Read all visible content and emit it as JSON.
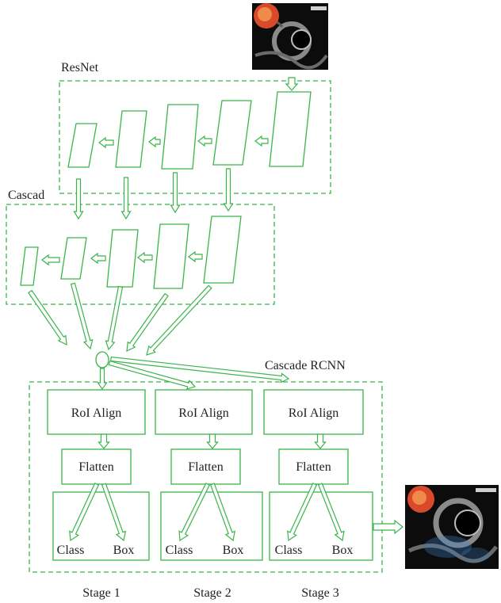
{
  "labels": {
    "resnet": "ResNet",
    "cascad": "Cascad",
    "cascade_rcnn": "Cascade RCNN"
  },
  "stages": [
    {
      "roi": "RoI Align",
      "flatten": "Flatten",
      "class": "Class",
      "box": "Box",
      "caption": "Stage 1"
    },
    {
      "roi": "RoI Align",
      "flatten": "Flatten",
      "class": "Class",
      "box": "Box",
      "caption": "Stage 2"
    },
    {
      "roi": "RoI Align",
      "flatten": "Flatten",
      "class": "Class",
      "box": "Box",
      "caption": "Stage 3"
    }
  ],
  "colors": {
    "accent": "#39b54a",
    "text": "#222222"
  }
}
